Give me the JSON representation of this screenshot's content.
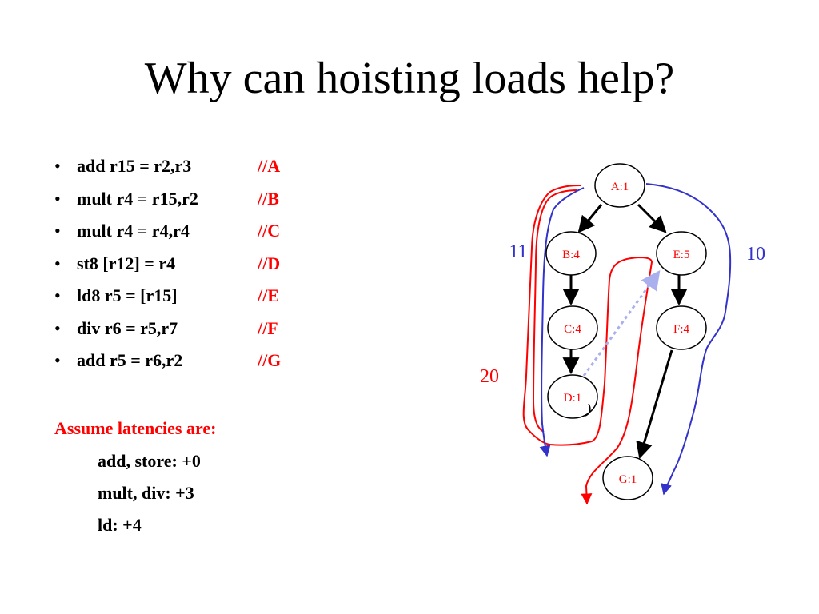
{
  "slide": {
    "title": "Why can hoisting loads help?"
  },
  "code": [
    {
      "instr": "add r15 = r2,r3",
      "comment": "//A"
    },
    {
      "instr": "mult r4 = r15,r2",
      "comment": "//B"
    },
    {
      "instr": "mult r4 = r4,r4",
      "comment": "//C"
    },
    {
      "instr": "st8 [r12] = r4",
      "comment": "//D"
    },
    {
      "instr": "ld8 r5 = [r15]",
      "comment": "//E"
    },
    {
      "instr": "div r6 = r5,r7",
      "comment": "//F"
    },
    {
      "instr": "add r5 = r6,r2",
      "comment": "//G"
    }
  ],
  "latencies": {
    "heading": "Assume latencies are:",
    "items": [
      "add, store: +0",
      "mult, div: +3",
      "ld: +4"
    ]
  },
  "graph": {
    "nodes": [
      {
        "id": "A",
        "label": "A:1"
      },
      {
        "id": "B",
        "label": "B:4"
      },
      {
        "id": "E",
        "label": "E:5"
      },
      {
        "id": "C",
        "label": "C:4"
      },
      {
        "id": "F",
        "label": "F:4"
      },
      {
        "id": "D",
        "label": "D:1"
      },
      {
        "id": "G",
        "label": "G:1"
      }
    ],
    "edges": [
      {
        "from": "A",
        "to": "B"
      },
      {
        "from": "A",
        "to": "E"
      },
      {
        "from": "B",
        "to": "C"
      },
      {
        "from": "C",
        "to": "D"
      },
      {
        "from": "E",
        "to": "F"
      },
      {
        "from": "F",
        "to": "G"
      }
    ],
    "dotted_edge": {
      "from": "D",
      "to": "E"
    },
    "path_labels": {
      "left": "11",
      "right": "10",
      "middle": "20"
    },
    "colors": {
      "red": "#ff0000",
      "blue": "#3333cc",
      "dotted": "#aab0ee",
      "ink": "#000000"
    }
  }
}
